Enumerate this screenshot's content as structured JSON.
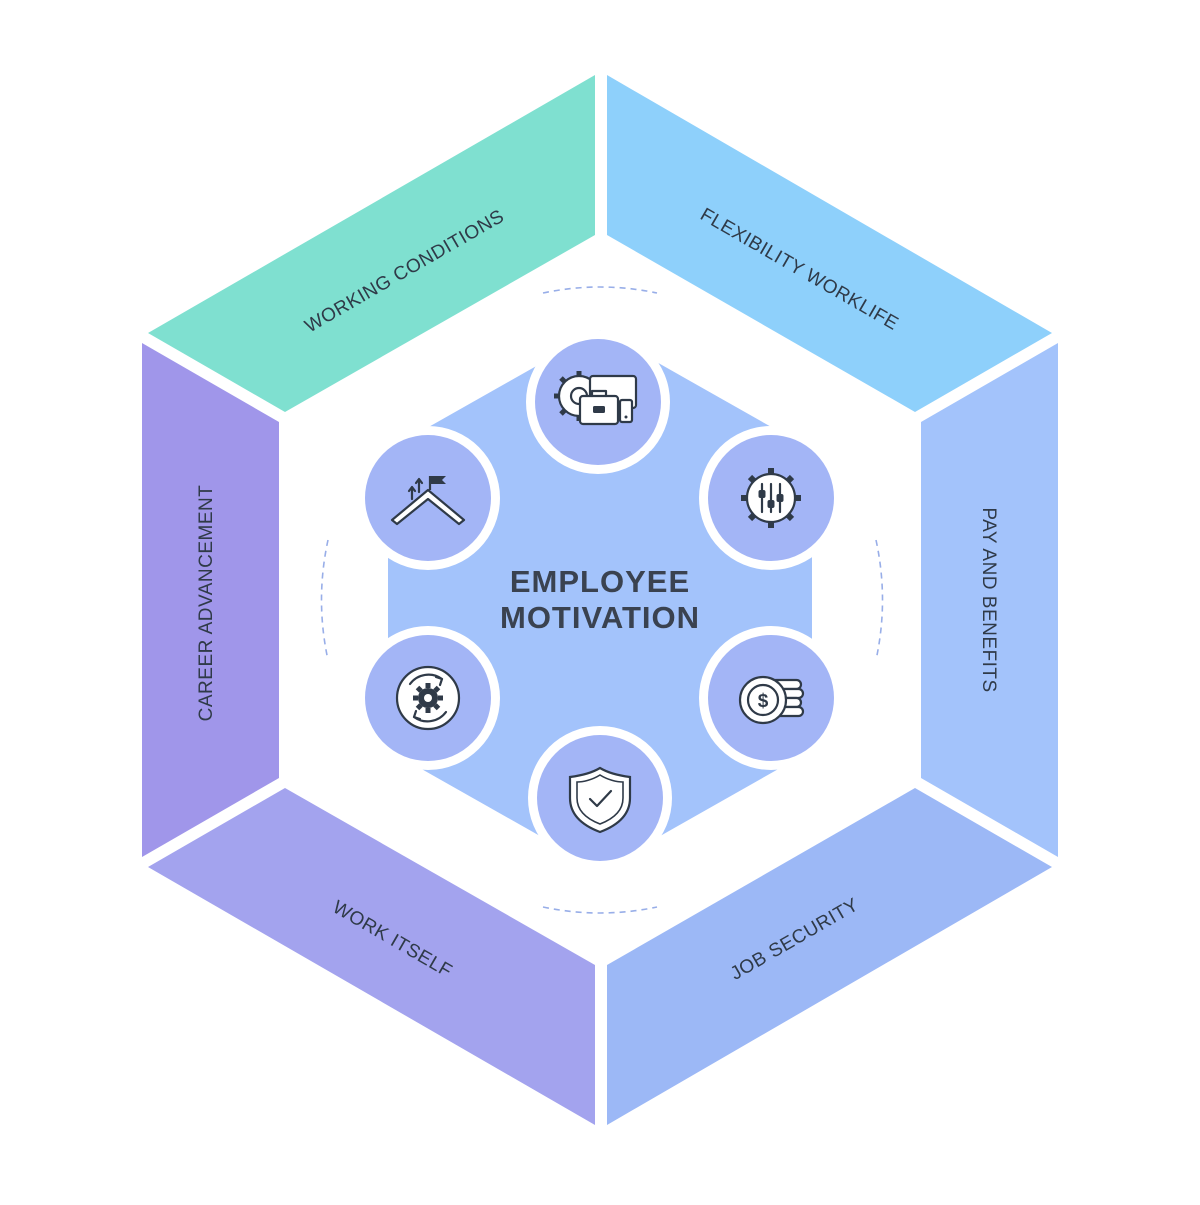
{
  "diagram": {
    "center": {
      "line1": "EMPLOYEE",
      "line2": "MOTIVATION"
    },
    "segments": [
      {
        "id": "working-conditions",
        "label": "WORKING CONDITIONS",
        "color": "#7fe0d0"
      },
      {
        "id": "flexibility-worklife",
        "label": "FLEXIBILITY WORKLIFE",
        "color": "#8ed0fb"
      },
      {
        "id": "pay-and-benefits",
        "label": "PAY AND BENEFITS",
        "color": "#a3c3fb"
      },
      {
        "id": "job-security",
        "label": "JOB SECURITY",
        "color": "#9cb8f6"
      },
      {
        "id": "work-itself",
        "label": "WORK ITSELF",
        "color": "#a3a3ee"
      },
      {
        "id": "career-advancement",
        "label": "CAREER ADVANCEMENT",
        "color": "#a096ea"
      }
    ],
    "colors": {
      "inner_hexagon": "#a3c3fb",
      "icon_circle": "#a3b5f6",
      "dashed_arc": "#98aee8",
      "text": "#2f3a48"
    },
    "icons": [
      {
        "name": "gear-briefcase-devices-icon"
      },
      {
        "name": "gear-sliders-icon"
      },
      {
        "name": "dollar-coins-icon"
      },
      {
        "name": "shield-check-icon"
      },
      {
        "name": "gear-cycle-icon"
      },
      {
        "name": "mountain-flag-icon"
      }
    ]
  }
}
